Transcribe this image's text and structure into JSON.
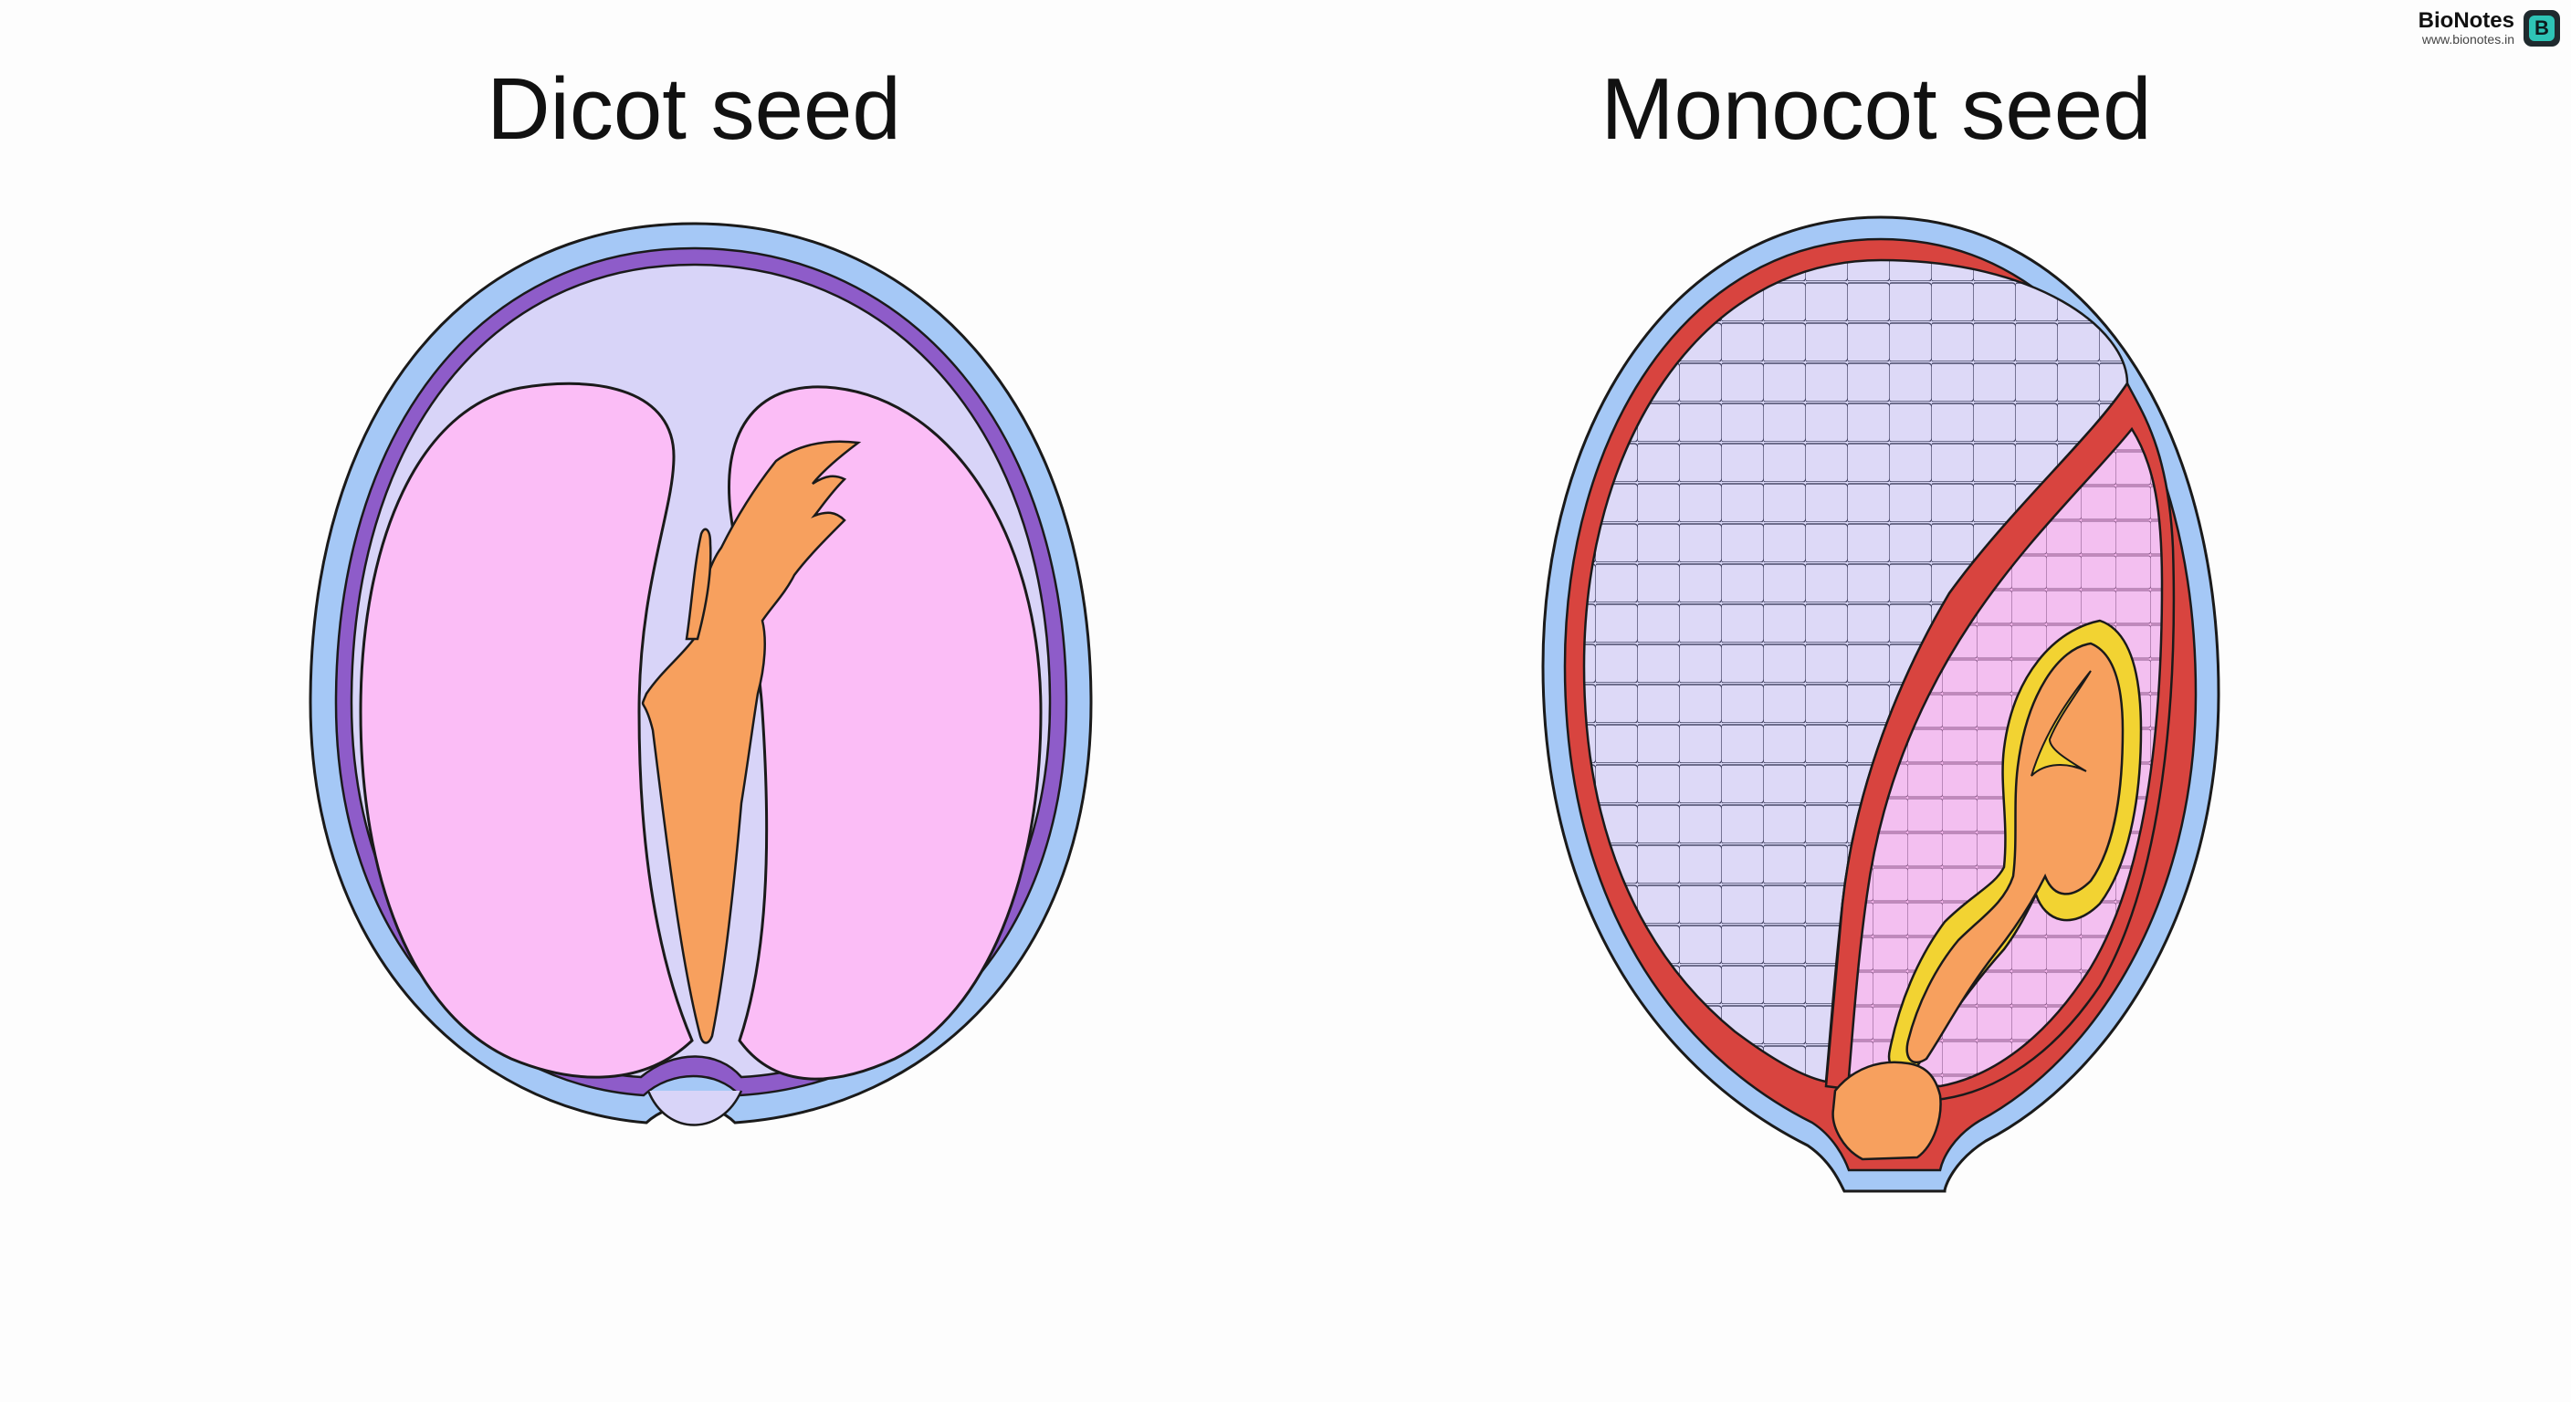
{
  "titles": {
    "dicot": "Dicot seed",
    "monocot": "Monocot seed"
  },
  "brand": {
    "name": "BioNotes",
    "url": "www.bionotes.in",
    "logo_letter": "B"
  },
  "colors": {
    "seed_coat": "#a5c8f6",
    "testa_purple": "#8e5cc9",
    "dicot_inner": "#d8d4f8",
    "cotyledon": "#fbbdf6",
    "embryo": "#f7a05e",
    "pericarp_red": "#d8443f",
    "endosperm": "#d8d6f5",
    "scutellum": "#f5b5ec",
    "coleoptile": "#f2d332"
  }
}
